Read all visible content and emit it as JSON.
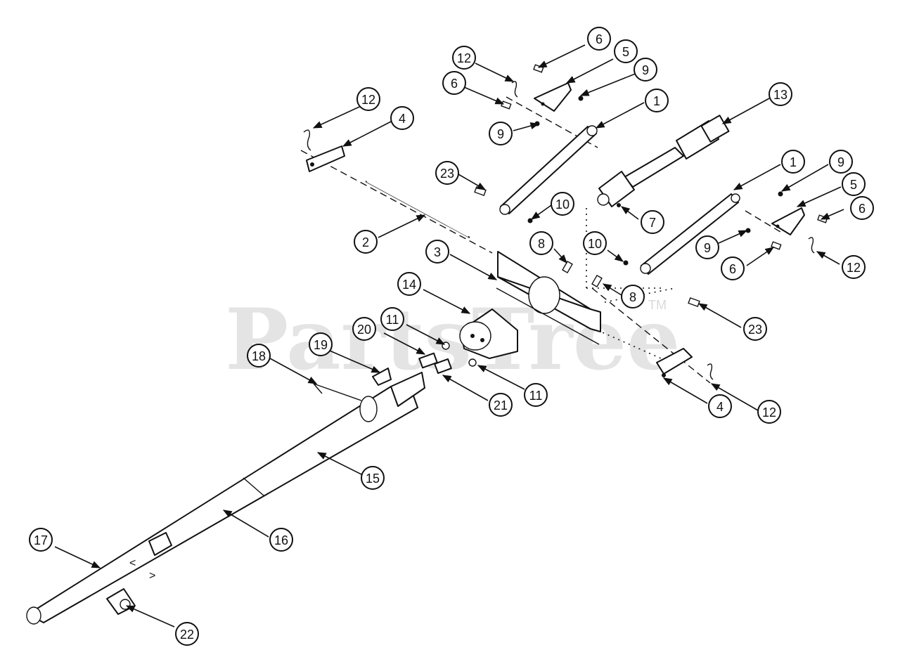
{
  "watermark": {
    "text": "PartsTree",
    "tm": "TM"
  },
  "callouts": [
    {
      "label": "12"
    },
    {
      "label": "6"
    },
    {
      "label": "5"
    },
    {
      "label": "9"
    },
    {
      "label": "12"
    },
    {
      "label": "6"
    },
    {
      "label": "1"
    },
    {
      "label": "13"
    },
    {
      "label": "4"
    },
    {
      "label": "9"
    },
    {
      "label": "23"
    },
    {
      "label": "1"
    },
    {
      "label": "9"
    },
    {
      "label": "5"
    },
    {
      "label": "10"
    },
    {
      "label": "6"
    },
    {
      "label": "7"
    },
    {
      "label": "2"
    },
    {
      "label": "8"
    },
    {
      "label": "10"
    },
    {
      "label": "9"
    },
    {
      "label": "3"
    },
    {
      "label": "12"
    },
    {
      "label": "6"
    },
    {
      "label": "14"
    },
    {
      "label": "8"
    },
    {
      "label": "11"
    },
    {
      "label": "20"
    },
    {
      "label": "19"
    },
    {
      "label": "23"
    },
    {
      "label": "18"
    },
    {
      "label": "11"
    },
    {
      "label": "21"
    },
    {
      "label": "4"
    },
    {
      "label": "12"
    },
    {
      "label": "15"
    },
    {
      "label": "16"
    },
    {
      "label": "17"
    },
    {
      "label": "22"
    }
  ],
  "marks": {
    "open": "<",
    "close": ">"
  }
}
